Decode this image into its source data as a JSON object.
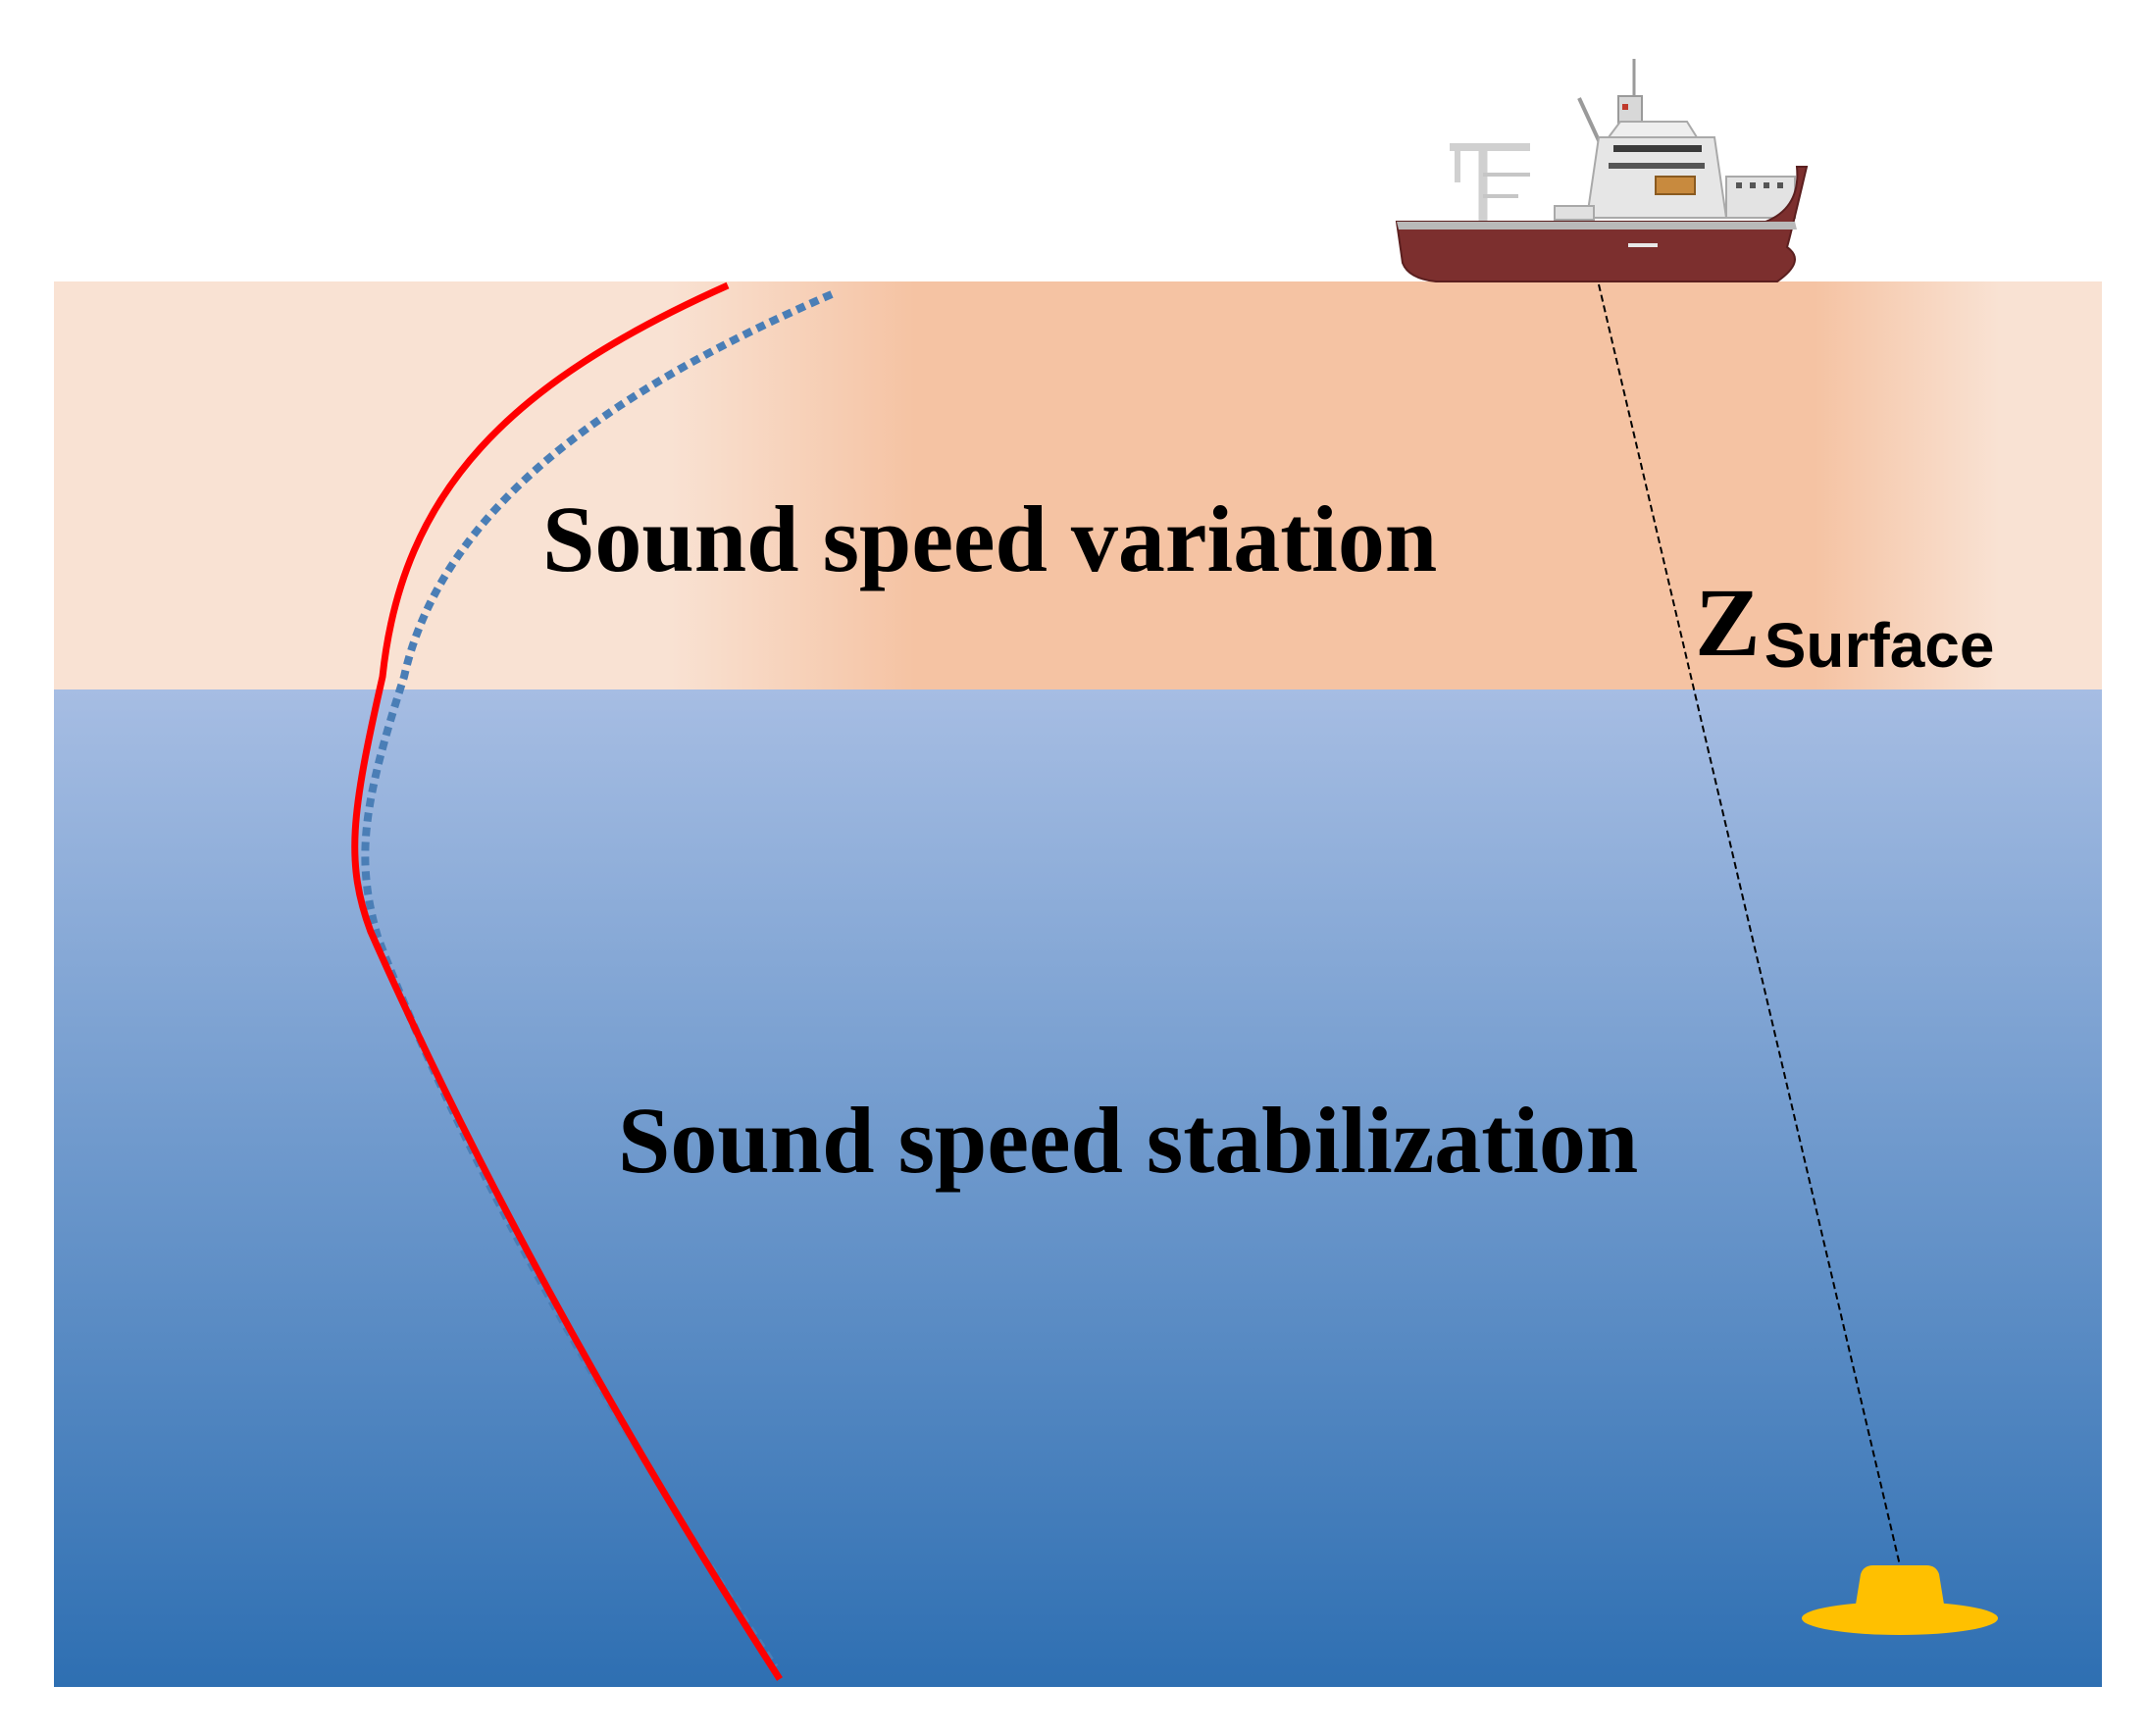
{
  "labels": {
    "surface_layer": "Sound speed variation",
    "deep_layer": "Sound speed stabilization",
    "depth_symbol": "Z",
    "depth_subscript": "Surface"
  },
  "colors": {
    "surface_layer_light": "#f9e2d3",
    "surface_layer_mid": "#f5c3a3",
    "water_top": "#a6bde3",
    "water_bottom": "#2e6fb2",
    "measured_profile": "#ff0000",
    "reference_profile": "#4a7eb6",
    "ship_hull": "#7c2f2e",
    "transponder": "#ffc000"
  },
  "icons": {
    "ship": "survey-vessel-icon",
    "transponder": "seafloor-transponder-icon"
  }
}
